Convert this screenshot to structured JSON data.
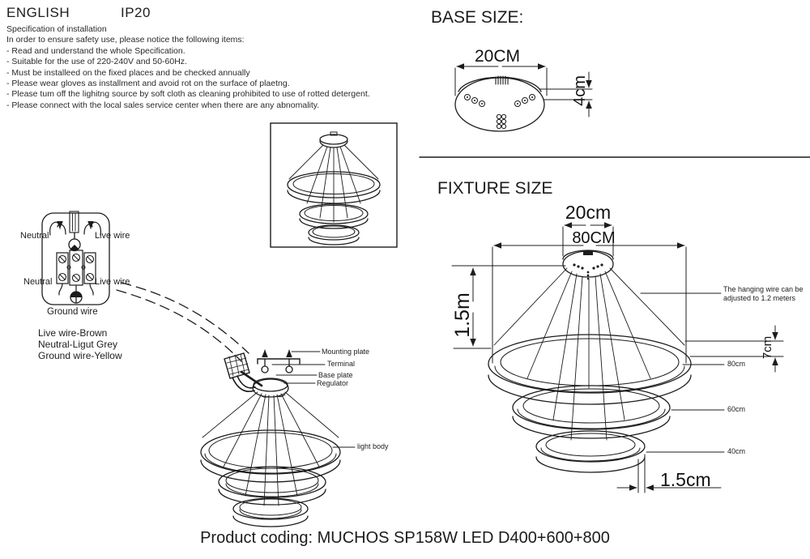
{
  "header": {
    "language": "ENGLISH",
    "ip_rating": "IP20"
  },
  "spec": {
    "title": "Specification of installation",
    "intro": "In order to ensure safety use, please notice the following items:",
    "items": [
      "- Read and understand the whole Specification.",
      "- Suitable for the use of 220-240V and 50-60Hz.",
      "- Must be installeed on the fixed places and be checked annually",
      "- Please wear gloves as installment and avoid rot on the surface of plaetng.",
      "- Please tum off the lighitng source by soft cloth as cleaning prohibited to use of rotted detergent.",
      "- Please connect with the local sales service center when there are any abnomality."
    ]
  },
  "wiring": {
    "neutral_top": "Neutral",
    "live_top": "Live wire",
    "neutral_bottom": "Neutral",
    "live_bottom": "Live wire",
    "ground_label": "Ground wire",
    "legend": [
      "Live wire-Brown",
      "Neutral-Ligut Grey",
      "Ground wire-Yellow"
    ]
  },
  "installation": {
    "mounting_plate": "Mounting plate",
    "terminal": "Terminal",
    "base_plate": "Base plate",
    "regulator": "Regulator",
    "light_body": "light body"
  },
  "base_size": {
    "title": "BASE SIZE:",
    "width": "20CM",
    "height": "4cm"
  },
  "fixture_size": {
    "title": "FIXTURE SIZE",
    "canopy_width": "20cm",
    "overall_width": "80CM",
    "drop_height": "1.5m",
    "wire_note": "The hanging wire can be adjusted to 1.2 meters",
    "ring_height": "7cm",
    "ring_diameters": [
      "80cm",
      "60cm",
      "40cm"
    ],
    "ring_thickness": "1.5cm"
  },
  "footer": {
    "product_coding": "Product coding: MUCHOS SP158W LED D400+600+800"
  }
}
